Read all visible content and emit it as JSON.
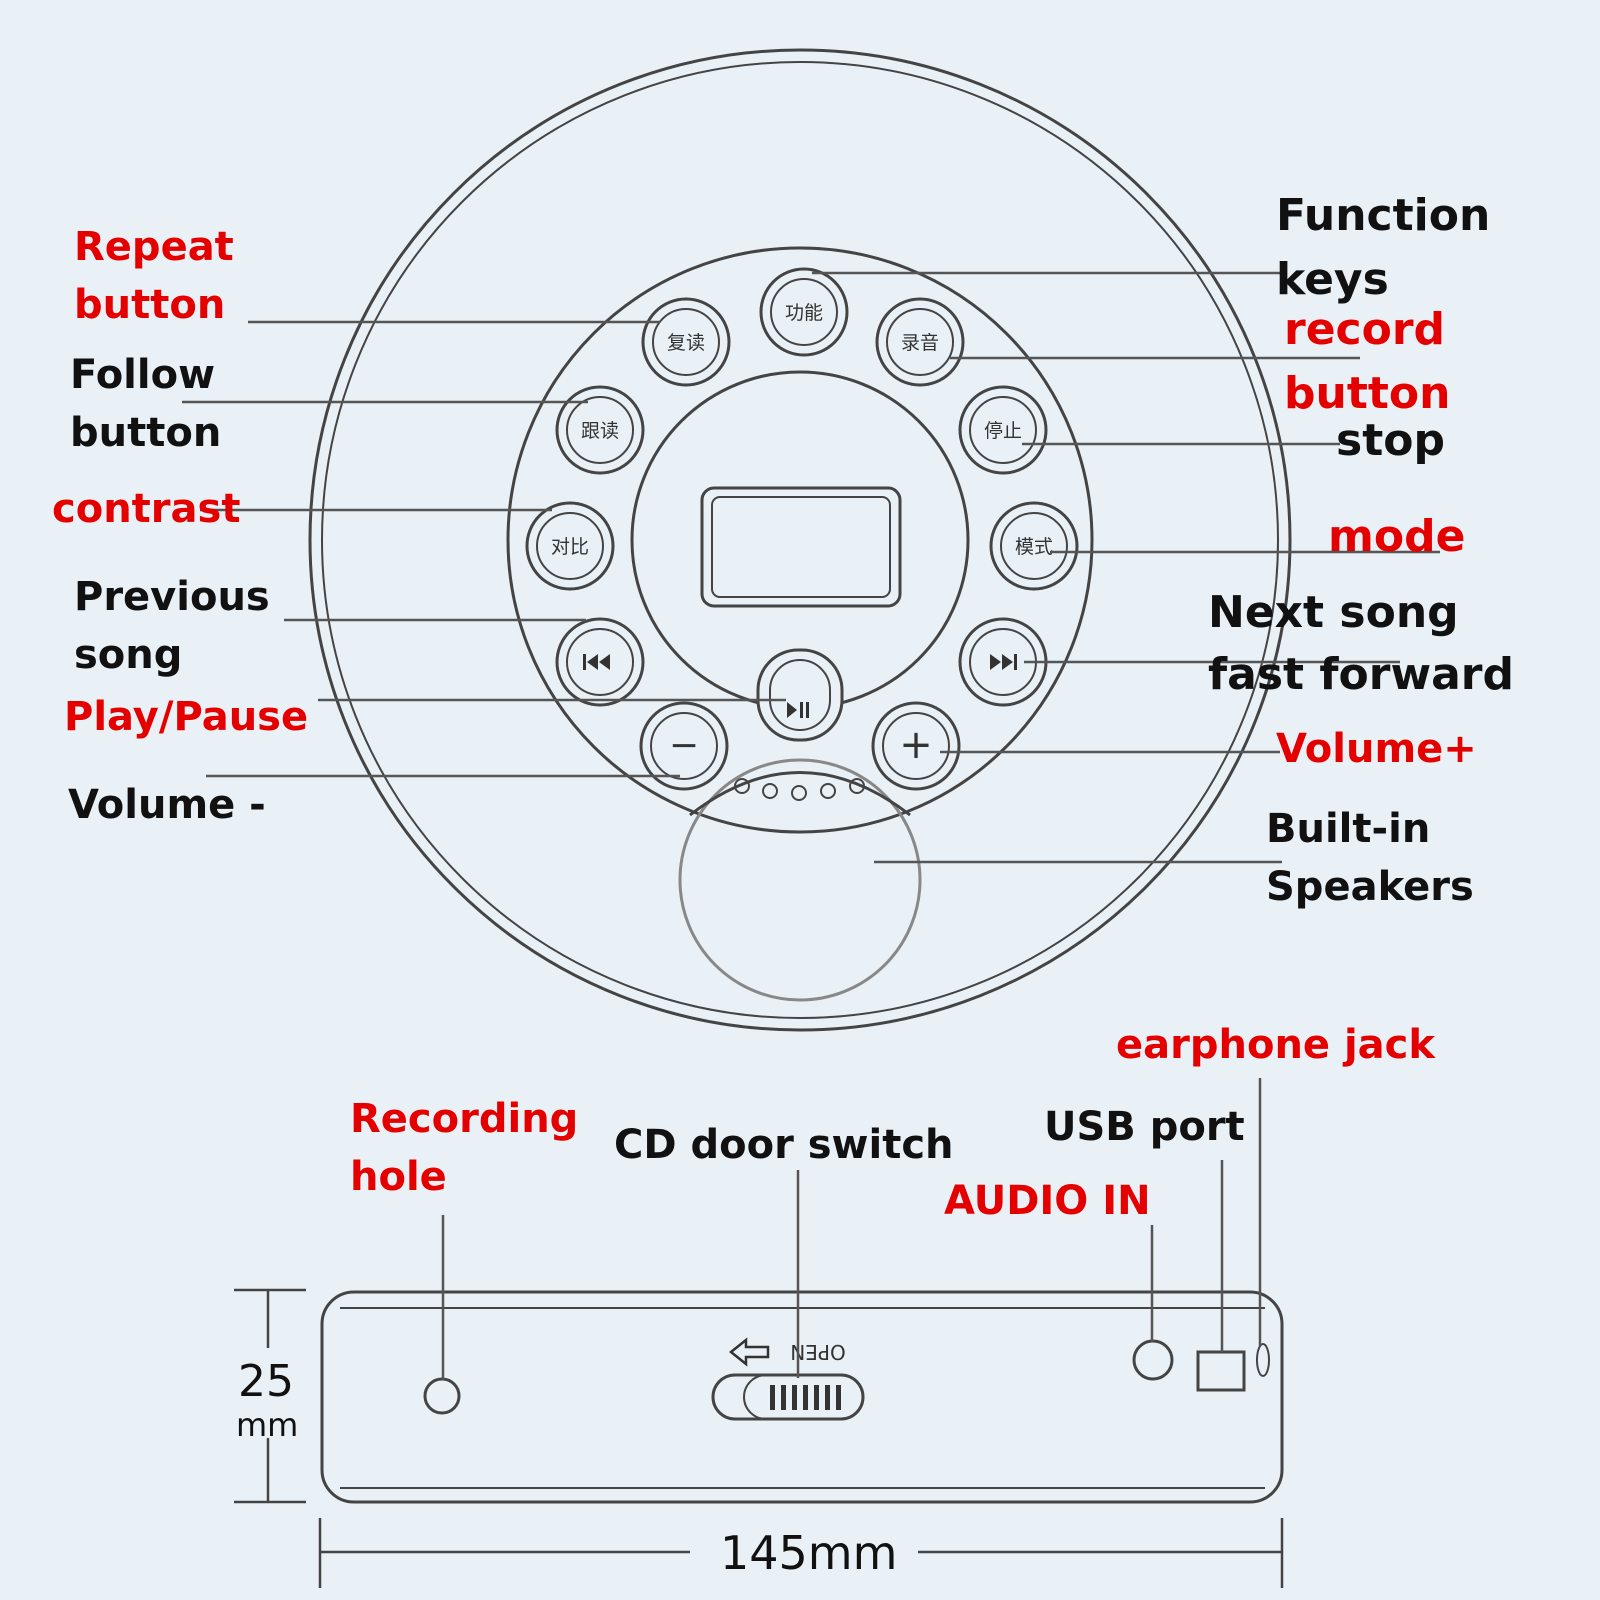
{
  "colors": {
    "background": "#e9f0f6",
    "red_label": "#e50000",
    "black_label": "#111111",
    "outline": "#444444"
  },
  "buttons": {
    "function": "功能",
    "record": "录音",
    "repeat": "复读",
    "follow": "跟读",
    "stop": "停止",
    "contrast": "对比",
    "mode": "模式",
    "minus": "−",
    "plus": "+"
  },
  "labels": {
    "repeat": "Repeat\nbutton",
    "follow": "Follow\nbutton",
    "contrast": "contrast",
    "previous": "Previous\nsong",
    "play_pause": "Play/Pause",
    "volume_minus": "Volume -",
    "function_keys": "Function\nkeys",
    "record": "record\nbutton",
    "stop": "stop",
    "mode": "mode",
    "next": "Next song\nfast forward",
    "volume_plus": "Volume+",
    "speakers": "Built-in\nSpeakers",
    "earphone": "earphone jack",
    "usb": "USB port",
    "audio_in": "AUDIO IN",
    "cd_door": "CD door switch",
    "recording_hole": "Recording\nhole"
  },
  "side_view": {
    "open_label": "OPEN",
    "height_value": "25",
    "height_unit": "mm",
    "width": "145mm"
  }
}
